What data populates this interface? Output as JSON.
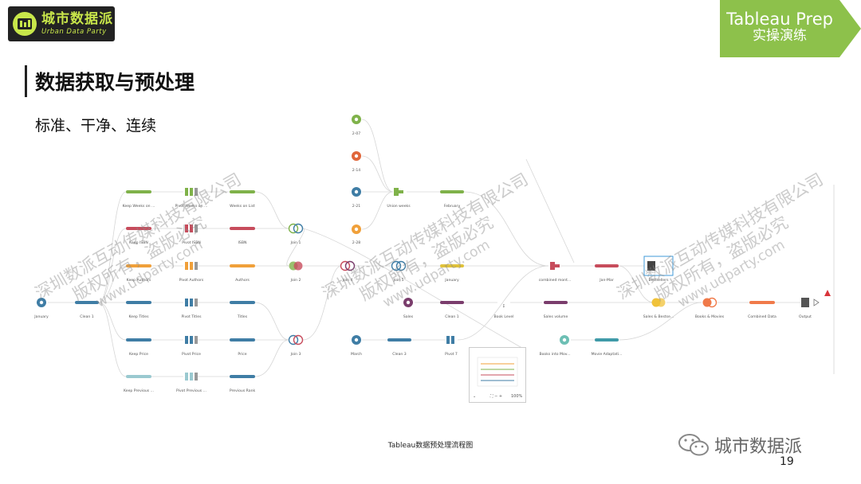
{
  "header": {
    "logo_cn": "城市数据派",
    "logo_en": "Urban Data Party",
    "banner_line1": "Tableau Prep",
    "banner_line2": "实操演练",
    "title": "数据获取与预处理",
    "subtitle": "标准、干净、连续"
  },
  "colors": {
    "green": "#7fb24a",
    "banner": "#8dc14b",
    "blue": "#3f7da5",
    "orange": "#f0a03a",
    "red": "#c74c5c",
    "teal": "#6dbfb4",
    "purple": "#7a3d6c",
    "pink": "#e06a8a"
  },
  "watermark": {
    "line1": "深圳数派互动传媒科技有限公司",
    "line2": "版权所有，盗版必究",
    "url": "www.udparty.com"
  },
  "flow": {
    "labels": {
      "january": "January",
      "clean1": "Clean 1",
      "keep_weeks": "Keep Weeks on ...",
      "keep_isbn": "Keep ISBN",
      "keep_authors": "Keep Authors",
      "keep_titles": "Keep Titles",
      "keep_price": "Keep Price",
      "keep_previous": "Keep Previous ...",
      "pivot_weeks": "Pivot Weeks on ...",
      "pivot_isbn": "Pivot ISBN",
      "pivot_authors": "Pivot Authors",
      "pivot_titles": "Pivot Titles",
      "pivot_price": "Pivot Price",
      "pivot_previous": "Pivot Previous ...",
      "weeks_on_list": "Weeks on List",
      "isbn": "ISBN",
      "authors": "Authors",
      "titles": "Titles",
      "price": "Price",
      "previous_rank": "Previous Rank",
      "join1": "Join 1",
      "join2": "Join 2",
      "join3": "Join 3",
      "join4": "Join 4",
      "join5": "Join 5",
      "d207": "2-07",
      "d214": "2-14",
      "d221": "2-21",
      "d228": "2-28",
      "union_weeks": "Union weeks",
      "february": "February",
      "january2": "January",
      "sales": "Sales",
      "clean1b": "Clean 1",
      "book_level": "Book Level",
      "march": "March",
      "clean3": "Clean 3",
      "pivot7": "Pivot 7",
      "combined_month": "combined mont...",
      "jan_mar": "Jan-Mar",
      "sales_volume": "Sales volume",
      "books_into_movies": "Books into Mov...",
      "movie_adaptation": "Movie Adaptati...",
      "bestsellers": "Bestsellers",
      "sales_bestsellers": "Sales & Bestse...",
      "books_movies": "Books & Movies",
      "combined_data": "Combined Data",
      "output": "Output"
    },
    "zoom": "100%"
  },
  "footer": {
    "caption": "Tableau数据预处理流程图",
    "wechat_name": "城市数据派",
    "page_number": "19"
  }
}
